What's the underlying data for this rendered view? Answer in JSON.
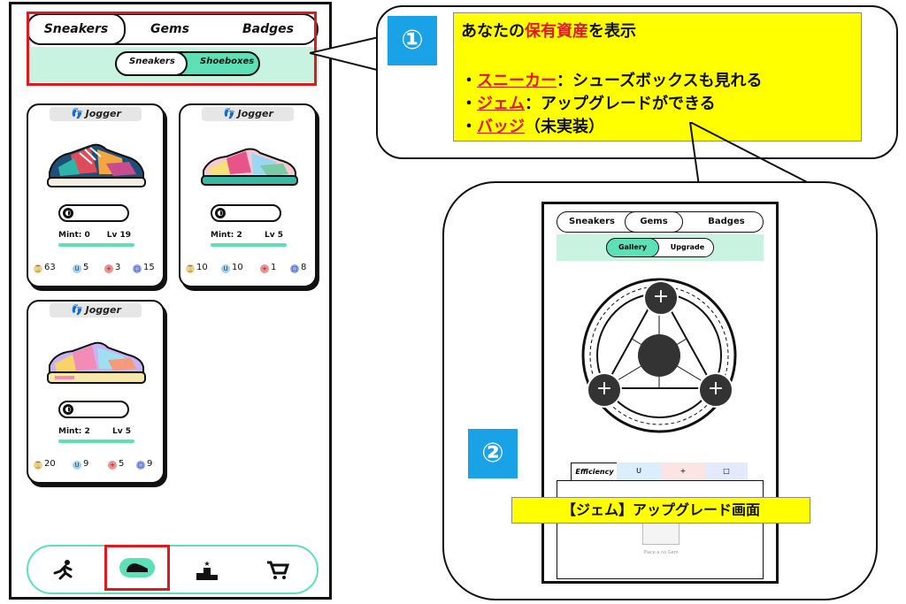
{
  "left_phone": {
    "tabs": [
      "Sneakers",
      "Gems",
      "Badges"
    ],
    "active_tab": "Sneakers",
    "subtabs": [
      "Sneakers",
      "Shoeboxes"
    ],
    "cards": [
      {
        "type": "Jogger",
        "mint": "Mint: 0",
        "level": "Lv 19",
        "stats": [
          "63",
          "5",
          "3",
          "15"
        ]
      },
      {
        "type": "Jogger",
        "mint": "Mint: 2",
        "level": "Lv 5",
        "stats": [
          "10",
          "10",
          "1",
          "8"
        ]
      },
      {
        "type": "Jogger",
        "mint": "Mint: 2",
        "level": "Lv 5",
        "stats": [
          "20",
          "9",
          "5",
          "9"
        ]
      }
    ],
    "nav_icons": [
      "run-icon",
      "sneaker-icon",
      "podium-icon",
      "cart-icon"
    ]
  },
  "callout1": {
    "number": "①",
    "line1_pre": "あなたの",
    "line1_red": "保有資産",
    "line1_post": "を表示",
    "bullet": "・",
    "item1_red": "スニーカー",
    "item1_rest": "：シューズボックスも見れる",
    "item2_red": "ジェム",
    "item2_rest": "：アップグレードができる",
    "item3_red": "バッジ",
    "item3_rest": "（未実装）"
  },
  "callout2": {
    "number": "②",
    "tabs": [
      "Sneakers",
      "Gems",
      "Badges"
    ],
    "active_tab": "Gems",
    "subtabs": [
      "Gallery",
      "Upgrade"
    ],
    "attr_tabs": [
      "Efficiency",
      "U",
      "+",
      "□"
    ],
    "plus": "+",
    "caption": "【ジェム】アップグレード画面",
    "faint_text": "Place a no Gem"
  },
  "colors": {
    "accent": "#5ee0b6",
    "highlight": "#ffff00",
    "red": "#e0191e",
    "badge_blue": "#1aa2e6"
  }
}
